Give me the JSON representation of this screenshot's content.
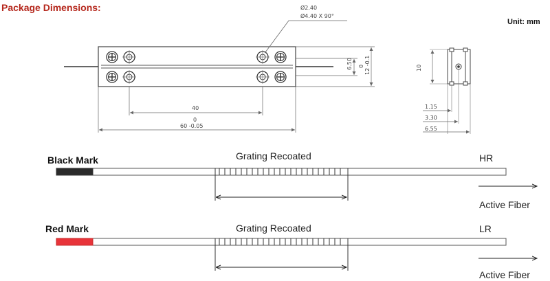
{
  "header": {
    "title": "Package Dimensions:",
    "unit": "Unit: mm"
  },
  "package_drawing": {
    "hole_inner": "Ø2.40",
    "hole_outer": "Ø4.40 X 90°",
    "dim_40": "40",
    "dim_length_tol": "0",
    "dim_length": "60 -0.05",
    "dim_650": "6.50",
    "dim_width_tol": "0",
    "dim_width": "12 -0.1",
    "side_10": "10",
    "side_115": "1.15",
    "side_330": "3.30",
    "side_655": "6.55"
  },
  "fibers": [
    {
      "mark_label": "Black Mark",
      "mark_color": "#2b2b2b",
      "grating_label": "Grating Recoated",
      "end_label": "HR",
      "direction_label": "Active Fiber"
    },
    {
      "mark_label": "Red Mark",
      "mark_color": "#e8343a",
      "grating_label": "Grating Recoated",
      "end_label": "LR",
      "direction_label": "Active Fiber"
    }
  ]
}
